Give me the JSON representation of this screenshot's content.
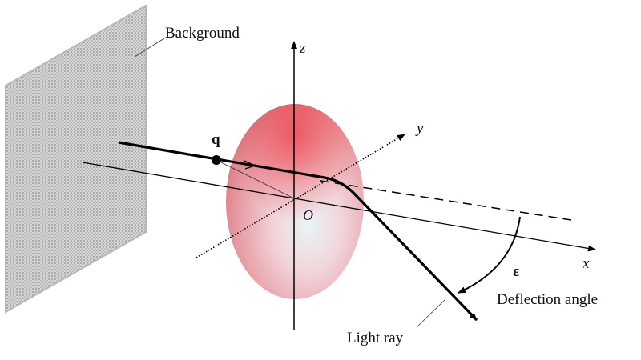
{
  "labels": {
    "background": "Background",
    "z_axis": "z",
    "y_axis": "y",
    "x_axis": "x",
    "origin": "O",
    "point_q": "q",
    "epsilon": "ε",
    "deflection_angle": "Deflection angle",
    "light_ray": "Light ray"
  },
  "colors": {
    "lens_body": "#e8545c",
    "lens_highlight": "#e6f2f7",
    "background_panel": "#bdbdbd",
    "lines": "#000000"
  }
}
